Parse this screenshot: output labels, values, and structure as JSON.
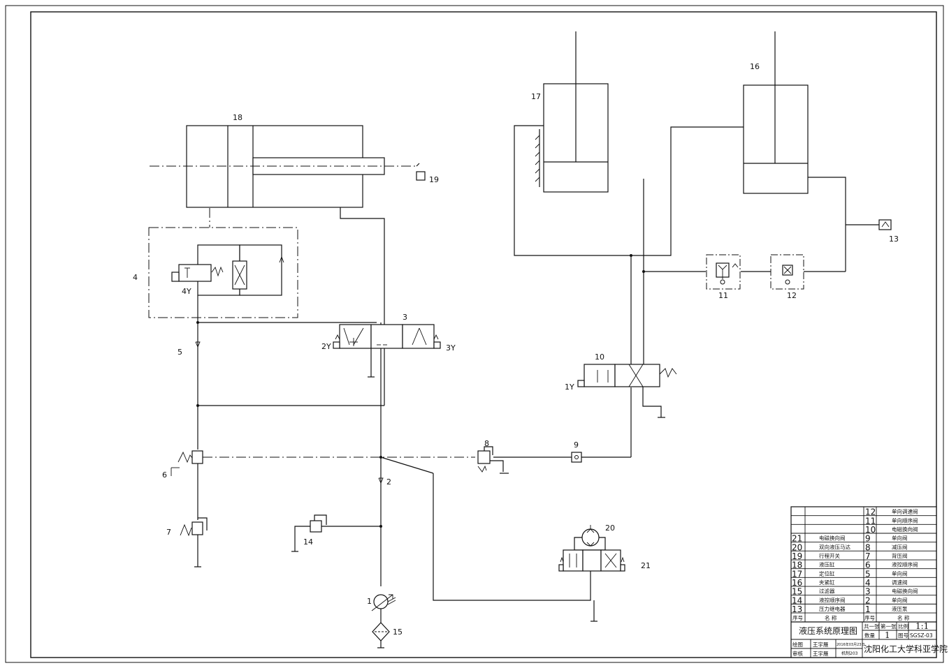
{
  "labels": {
    "c1": "1",
    "c2": "2",
    "c3": "3",
    "c4": "4",
    "c4y": "4Y",
    "c5": "5",
    "c6": "6",
    "c7": "7",
    "c8": "8",
    "c9": "9",
    "c10": "10",
    "c1y": "1Y",
    "c11": "11",
    "c12": "12",
    "c13": "13",
    "c14": "14",
    "c15": "15",
    "c16": "16",
    "c17": "17",
    "c18": "18",
    "c19": "19",
    "c20": "20",
    "c21": "21",
    "c2y": "2Y",
    "c3y": "3Y"
  },
  "parts_list": {
    "left_rows": [
      {
        "no": "21",
        "name": "电磁换向阀"
      },
      {
        "no": "20",
        "name": "双向液压马达"
      },
      {
        "no": "19",
        "name": "行程开关"
      },
      {
        "no": "18",
        "name": "液压缸"
      },
      {
        "no": "17",
        "name": "定位缸"
      },
      {
        "no": "16",
        "name": "夹紧缸"
      },
      {
        "no": "15",
        "name": "过滤器"
      },
      {
        "no": "14",
        "name": "液控顺序阀"
      },
      {
        "no": "13",
        "name": "压力继电器"
      }
    ],
    "right_rows": [
      {
        "no": "12",
        "name": "单向调速阀"
      },
      {
        "no": "11",
        "name": "单向顺序阀"
      },
      {
        "no": "10",
        "name": "电磁换向阀"
      },
      {
        "no": "9",
        "name": "单向阀"
      },
      {
        "no": "8",
        "name": "减压阀"
      },
      {
        "no": "7",
        "name": "背压阀"
      },
      {
        "no": "6",
        "name": "液控顺序阀"
      },
      {
        "no": "5",
        "name": "单向阀"
      },
      {
        "no": "4",
        "name": "调速阀"
      },
      {
        "no": "3",
        "name": "电磁换向阀"
      },
      {
        "no": "2",
        "name": "单向阀"
      },
      {
        "no": "1",
        "name": "液压泵"
      }
    ],
    "header_no": "序号",
    "header_name": "名    称"
  },
  "title_block": {
    "title": "液压系统原理图",
    "sheets_total": "共一张",
    "sheet_no": "第一张",
    "scale_label": "比例",
    "scale": "1:1",
    "qty_label": "数量",
    "qty": "1",
    "drawing_no_label": "图号",
    "drawing_no": "SGSZ-03",
    "drawn_label": "绘图",
    "drawn_by": "王宇雁",
    "drawn_date": "2016年03月23日",
    "checked_label": "审核",
    "checked_by": "王宇雁",
    "class": "机制203",
    "school": "沈阳化工大学科亚学院"
  }
}
